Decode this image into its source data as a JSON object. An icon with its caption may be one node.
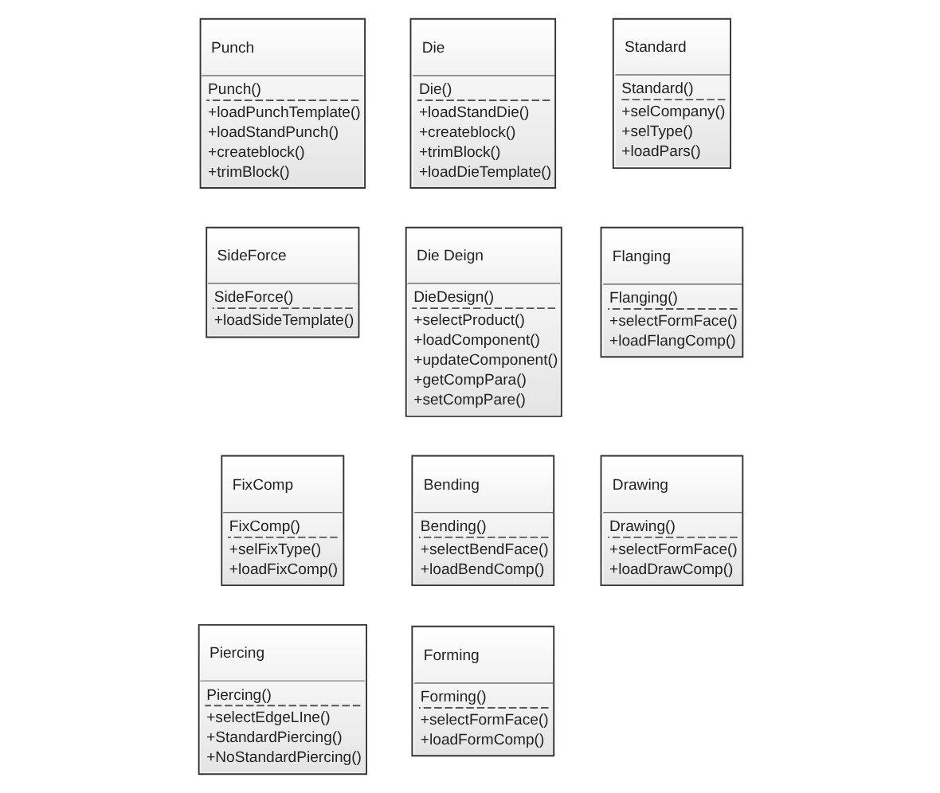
{
  "diagram": {
    "nodes": [
      {
        "text": [
          "Punch",
          "Punch()",
          "+loadPunchTemplate()",
          "+loadStandPunch()",
          "+createblock()",
          "+trimBlock()"
        ]
      },
      {
        "text": [
          "Die",
          "Die()",
          "+loadStandDie()",
          "+createblock()",
          "+trimBlock()",
          "+loadDieTemplate()"
        ]
      },
      {
        "text": [
          "Standard",
          "Standard()",
          "+selCompany()",
          "+selType()",
          "+loadPars()"
        ]
      },
      {
        "text": [
          "SideForce",
          "SideForce()",
          "+loadSideTemplate()"
        ]
      },
      {
        "text": [
          "Die Deign",
          "DieDesign()",
          "+selectProduct()",
          "+loadComponent()",
          "+updateComponent()",
          "+getCompPara()",
          "+setCompPare()"
        ]
      },
      {
        "text": [
          "Flanging",
          "Flanging()",
          "+selectFormFace()",
          "+loadFlangComp()"
        ]
      },
      {
        "text": [
          "FixComp",
          "FixComp()",
          "+selFixType()",
          "+loadFixComp()"
        ]
      },
      {
        "text": [
          "Drawing",
          "Drawing()",
          "+selectFormFace()",
          "+loadDrawComp()"
        ]
      },
      {
        "text": [
          "Piercing",
          "Piercing()",
          "+selectEdgeLIne()",
          "+StandardPiercing()",
          "+NoStandardPiercing()"
        ]
      },
      {
        "text": [
          "Bending",
          "Bending()",
          "+selectBendFace()",
          "+loadBendComp()"
        ]
      },
      {
        "text": [
          "Forming",
          "Forming()",
          "+selectFormFace()",
          "+loadFormComp()"
        ]
      }
    ]
  }
}
